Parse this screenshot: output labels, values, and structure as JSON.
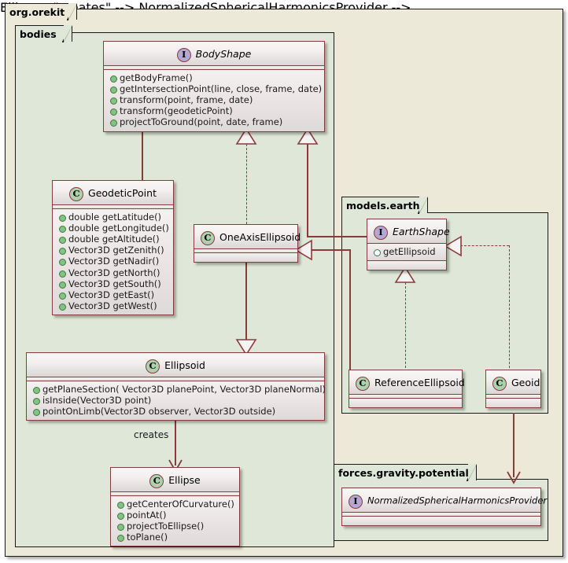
{
  "diagram": {
    "type": "uml-class-diagram",
    "colors": {
      "package_outer_fill": "#ece9d8",
      "package_inner_fill": "#dfe8d8",
      "class_border": "#8b3a3a",
      "class_header_fill": "#f2efee",
      "class_member_fill": "#e9e4e3",
      "interface_badge_fill": "#b4a7d6",
      "class_badge_fill": "#add1ad",
      "connector": "#8b3a3a",
      "canvas": "#ffffff"
    }
  },
  "packages": {
    "org_orekit": {
      "label": "org.orekit"
    },
    "bodies": {
      "label": "bodies"
    },
    "models_earth": {
      "label": "models.earth"
    },
    "forces_gravity_potential": {
      "label": "forces.gravity.potential"
    }
  },
  "classes": {
    "body_shape": {
      "name": "BodyShape",
      "stereotype": "I",
      "kind": "interface",
      "italic": true,
      "members": [
        "getBodyFrame()",
        "getIntersectionPoint(line, close, frame, date)",
        "transform(point, frame, date)",
        "transform(geodeticPoint)",
        "projectToGround(point, date, frame)"
      ]
    },
    "geodetic_point": {
      "name": "GeodeticPoint",
      "stereotype": "C",
      "kind": "class",
      "italic": false,
      "members": [
        "double getLatitude()",
        "double getLongitude()",
        "double getAltitude()",
        "Vector3D getZenith()",
        "Vector3D getNadir()",
        "Vector3D getNorth()",
        "Vector3D getSouth()",
        "Vector3D getEast()",
        "Vector3D getWest()"
      ]
    },
    "one_axis_ellipsoid": {
      "name": "OneAxisEllipsoid",
      "stereotype": "C",
      "kind": "class",
      "italic": false,
      "members": []
    },
    "ellipsoid": {
      "name": "Ellipsoid",
      "stereotype": "C",
      "kind": "class",
      "italic": false,
      "members": [
        "getPlaneSection( Vector3D planePoint, Vector3D planeNormal)",
        "isInside(Vector3D point)",
        "pointOnLimb(Vector3D observer, Vector3D outside)"
      ]
    },
    "ellipse": {
      "name": "Ellipse",
      "stereotype": "C",
      "kind": "class",
      "italic": false,
      "members": [
        "getCenterOfCurvature()",
        "pointAt()",
        "projectToEllipse()",
        "toPlane()"
      ]
    },
    "earth_shape": {
      "name": "EarthShape",
      "stereotype": "I",
      "kind": "interface",
      "italic": true,
      "members": [
        "getEllipsoid"
      ]
    },
    "reference_ellipsoid": {
      "name": "ReferenceEllipsoid",
      "stereotype": "C",
      "kind": "class",
      "italic": false,
      "members": []
    },
    "geoid": {
      "name": "Geoid",
      "stereotype": "C",
      "kind": "class",
      "italic": false,
      "members": []
    },
    "nsh_provider": {
      "name": "NormalizedSphericalHarmonicsProvider",
      "stereotype": "I",
      "kind": "interface",
      "italic": true,
      "members": []
    }
  },
  "relations": {
    "creates_label": "creates"
  }
}
